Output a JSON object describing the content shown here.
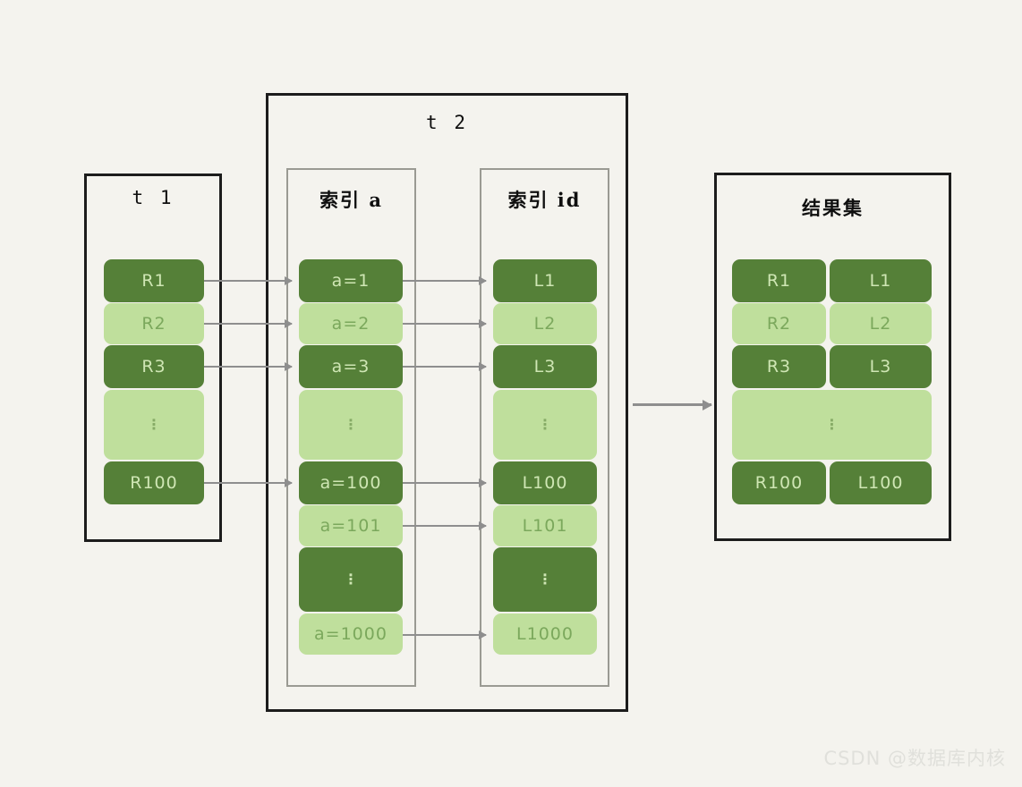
{
  "meta": {
    "background_color": "#f4f3ee",
    "dark_green": "#558038",
    "light_green": "#bfdf9c",
    "arrow_color": "#8e8e8e",
    "outer_border_color": "#1c1c1c",
    "inner_border_color": "#9a9a93"
  },
  "watermark": {
    "text": "CSDN @数据库内核"
  },
  "boxes": {
    "t1": {
      "title": "t 1"
    },
    "t2": {
      "title": "t 2"
    },
    "index_a": {
      "title": "索引 a"
    },
    "index_id": {
      "title": "索引 id"
    },
    "result_set": {
      "title": "结果集"
    }
  },
  "t1_rows": [
    {
      "label": "R1",
      "tone": "dark"
    },
    {
      "label": "R2",
      "tone": "light"
    },
    {
      "label": "R3",
      "tone": "dark"
    },
    {
      "label": "⋮",
      "tone": "light"
    },
    {
      "label": "R100",
      "tone": "dark"
    }
  ],
  "index_a_rows": [
    {
      "label": "a=1",
      "tone": "dark"
    },
    {
      "label": "a=2",
      "tone": "light"
    },
    {
      "label": "a=3",
      "tone": "dark"
    },
    {
      "label": "⋮",
      "tone": "light"
    },
    {
      "label": "a=100",
      "tone": "dark"
    },
    {
      "label": "a=101",
      "tone": "light"
    },
    {
      "label": "⋮",
      "tone": "dark"
    },
    {
      "label": "a=1000",
      "tone": "light"
    }
  ],
  "index_id_rows": [
    {
      "label": "L1",
      "tone": "dark"
    },
    {
      "label": "L2",
      "tone": "light"
    },
    {
      "label": "L3",
      "tone": "dark"
    },
    {
      "label": "⋮",
      "tone": "light"
    },
    {
      "label": "L100",
      "tone": "dark"
    },
    {
      "label": "L101",
      "tone": "light"
    },
    {
      "label": "⋮",
      "tone": "dark"
    },
    {
      "label": "L1000",
      "tone": "light"
    }
  ],
  "result_rows": [
    {
      "left": "R1",
      "right": "L1",
      "tone": "dark"
    },
    {
      "left": "R2",
      "right": "L2",
      "tone": "light"
    },
    {
      "left": "R3",
      "right": "L3",
      "tone": "dark"
    },
    {
      "left": "⋮",
      "right": "",
      "tone": "light"
    },
    {
      "left": "R100",
      "right": "L100",
      "tone": "dark"
    }
  ],
  "arrows": {
    "t1_to_index_a": [
      {
        "from": "R1",
        "to": "a=1"
      },
      {
        "from": "R2",
        "to": "a=2"
      },
      {
        "from": "R3",
        "to": "a=3"
      },
      {
        "from": "R100",
        "to": "a=100"
      }
    ],
    "index_a_to_index_id": [
      {
        "from": "a=1",
        "to": "L1"
      },
      {
        "from": "a=2",
        "to": "L2"
      },
      {
        "from": "a=3",
        "to": "L3"
      },
      {
        "from": "a=100",
        "to": "L100"
      },
      {
        "from": "a=101",
        "to": "L101"
      },
      {
        "from": "a=1000",
        "to": "L1000"
      }
    ],
    "t2_to_result_set": [
      {
        "from": "t 2",
        "to": "结果集"
      }
    ]
  }
}
